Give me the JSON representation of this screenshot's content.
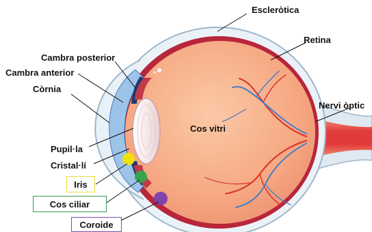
{
  "labels": {
    "esclerotica": "Escleròtica",
    "retina": "Retina",
    "cambra_posterior": "Cambra posterior",
    "cambra_anterior": "Cambra anterior",
    "cornia": "Còrnia",
    "nervi_optic": "Nervi òptic",
    "cos_vitri": "Cos vitri",
    "pupilla": "Pupil·la",
    "cristalli": "Cristal·lí",
    "iris": "Iris",
    "cos_ciliar": "Cos ciliar",
    "coroide": "Coroide"
  },
  "colors": {
    "iris_marker": "#f2e500",
    "cos_ciliar_marker": "#2fa84f",
    "coroide_marker": "#7a3fb0",
    "iris_box": "#e8dc3a",
    "cos_ciliar_box": "#3a9a5a",
    "coroide_box": "#7a4ea8",
    "vitreous": "#f7b48f",
    "sclera": "#eaf2f8",
    "choroid": "#b8263a",
    "optic_nerve": "#e23b3b",
    "vessel_blue": "#3a78c8"
  }
}
